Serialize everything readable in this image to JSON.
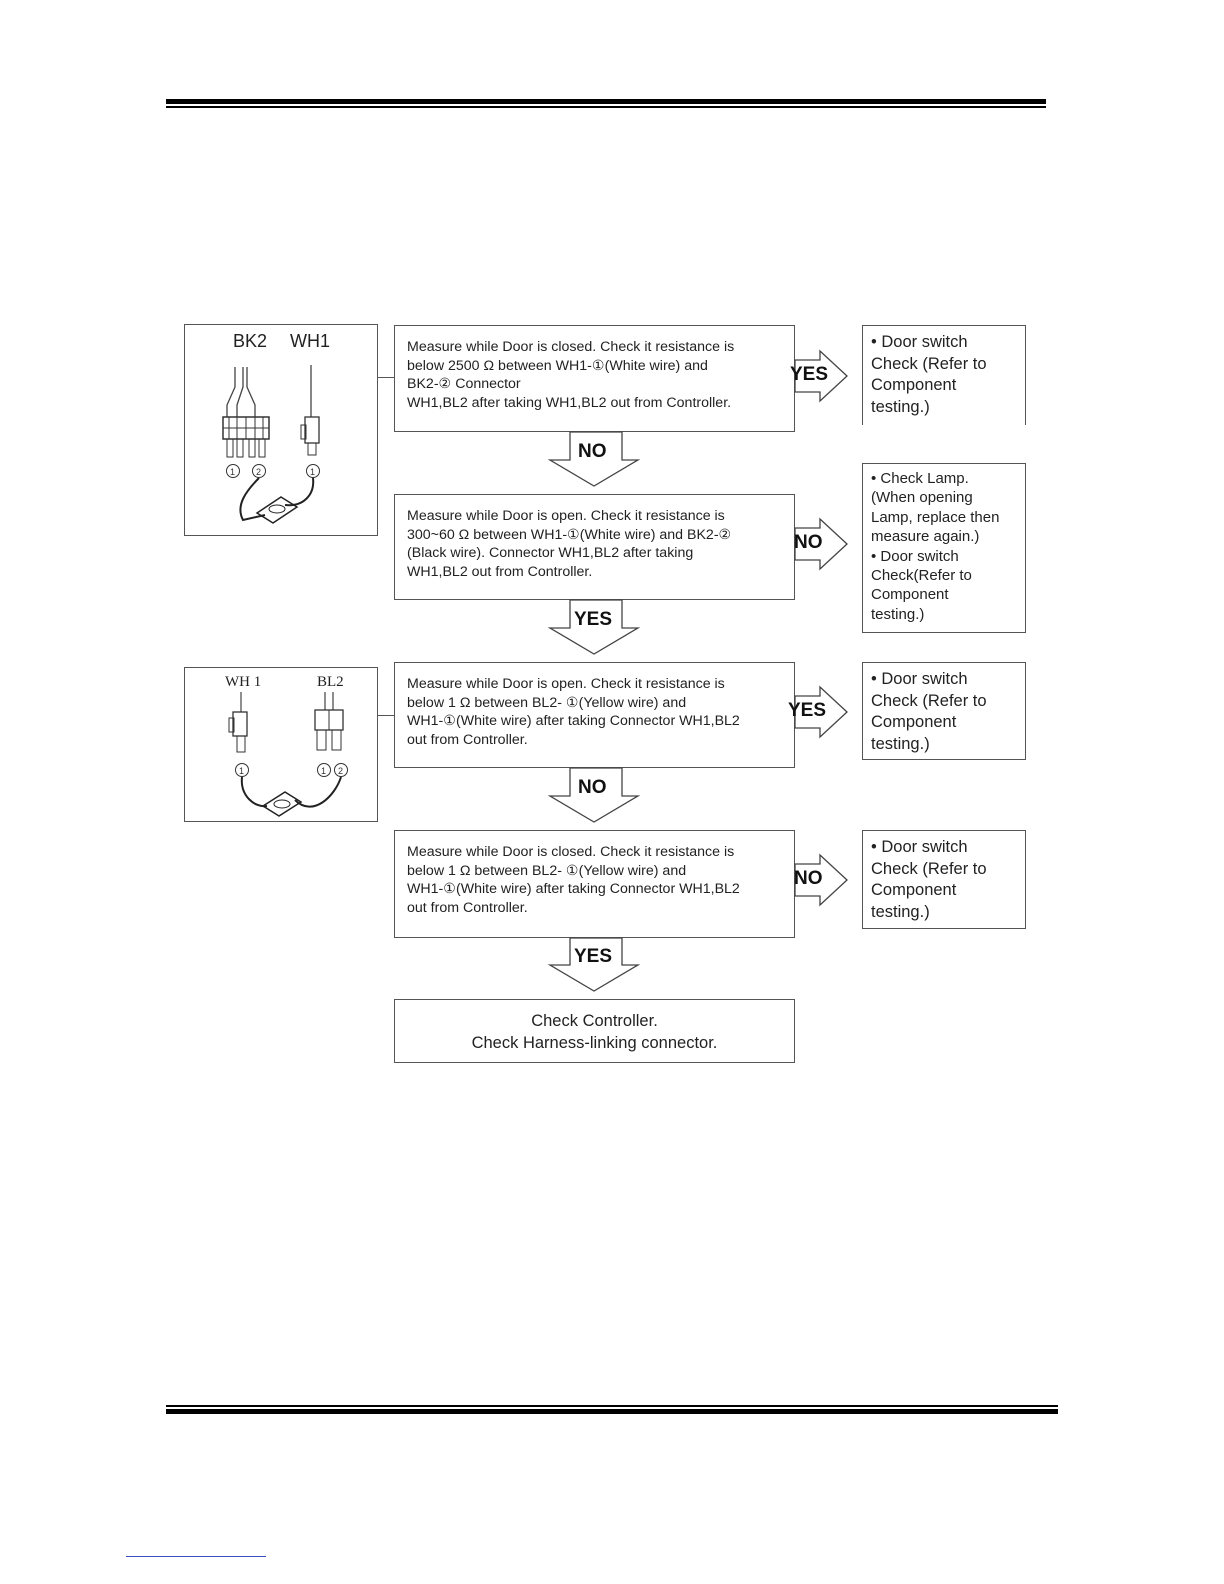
{
  "steps": [
    {
      "text": "Measure while Door is closed. Check it resistance is\nbelow 2500 Ω between WH1-①(White wire) and\nBK2-② Connector\nWH1,BL2 after taking WH1,BL2 out from Controller.",
      "side_label": "YES",
      "down_label": "NO",
      "result": "• Door switch\n   Check (Refer to\n   Component\n   testing.)"
    },
    {
      "text": "Measure while Door is open. Check it resistance is\n300~60 Ω between WH1-①(White wire) and BK2-②\n(Black wire). Connector WH1,BL2 after taking\nWH1,BL2 out from Controller.",
      "side_label": "NO",
      "down_label": "YES",
      "result": "• Check Lamp.\n   (When opening\n   Lamp, replace then\n   measure again.)\n• Door switch\n   Check(Refer to\n   Component\n   testing.)"
    },
    {
      "text": "Measure while Door is open. Check it resistance is\nbelow  1 Ω between BL2- ①(Yellow wire) and\nWH1-①(White wire) after taking Connector WH1,BL2\nout from Controller.",
      "side_label": "YES",
      "down_label": "NO",
      "result": "• Door switch\n   Check (Refer to\n   Component\n   testing.)"
    },
    {
      "text": "Measure while Door is closed. Check it resistance is\nbelow  1 Ω between BL2- ①(Yellow wire) and\nWH1-①(White wire) after taking Connector WH1,BL2\nout from Controller.",
      "side_label": "NO",
      "down_label": "YES",
      "result": "• Door switch\n   Check (Refer to\n   Component\n   testing.)"
    }
  ],
  "final": "Check Controller.\nCheck Harness-linking connector.",
  "diagram1": {
    "left_label": "BK2",
    "right_label": "WH1",
    "pins_left": "① ②",
    "pins_right": "①"
  },
  "diagram2": {
    "left_label": "WH 1",
    "right_label": "BL2",
    "pins_left": "①",
    "pins_right": "① ②"
  }
}
